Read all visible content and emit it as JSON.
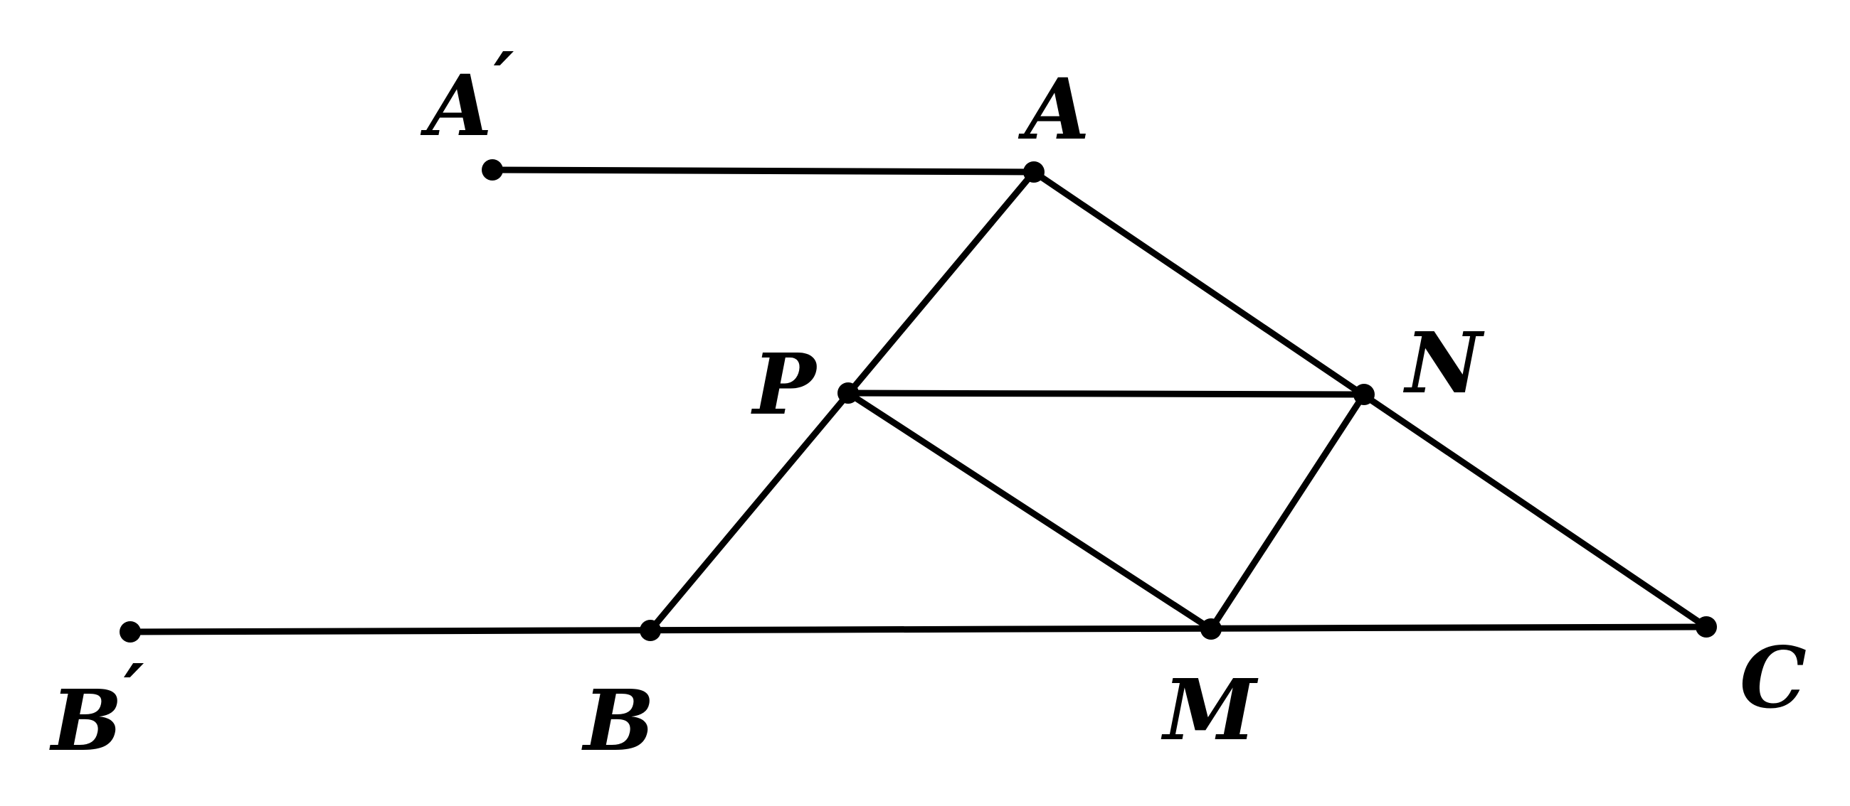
{
  "diagram": {
    "stroke_color": "#000000",
    "background": "#ffffff",
    "points": [
      {
        "id": "A_prime",
        "label": "A",
        "prime": "′"
      },
      {
        "id": "A",
        "label": "A"
      },
      {
        "id": "P",
        "label": "P"
      },
      {
        "id": "N",
        "label": "N"
      },
      {
        "id": "B_prime",
        "label": "B",
        "prime": "′"
      },
      {
        "id": "B",
        "label": "B"
      },
      {
        "id": "M",
        "label": "M"
      },
      {
        "id": "C",
        "label": "C"
      }
    ],
    "segments": [
      [
        "A_prime",
        "A"
      ],
      [
        "A",
        "B"
      ],
      [
        "A",
        "C"
      ],
      [
        "P",
        "N"
      ],
      [
        "P",
        "M"
      ],
      [
        "N",
        "M"
      ],
      [
        "B_prime",
        "C"
      ]
    ]
  }
}
